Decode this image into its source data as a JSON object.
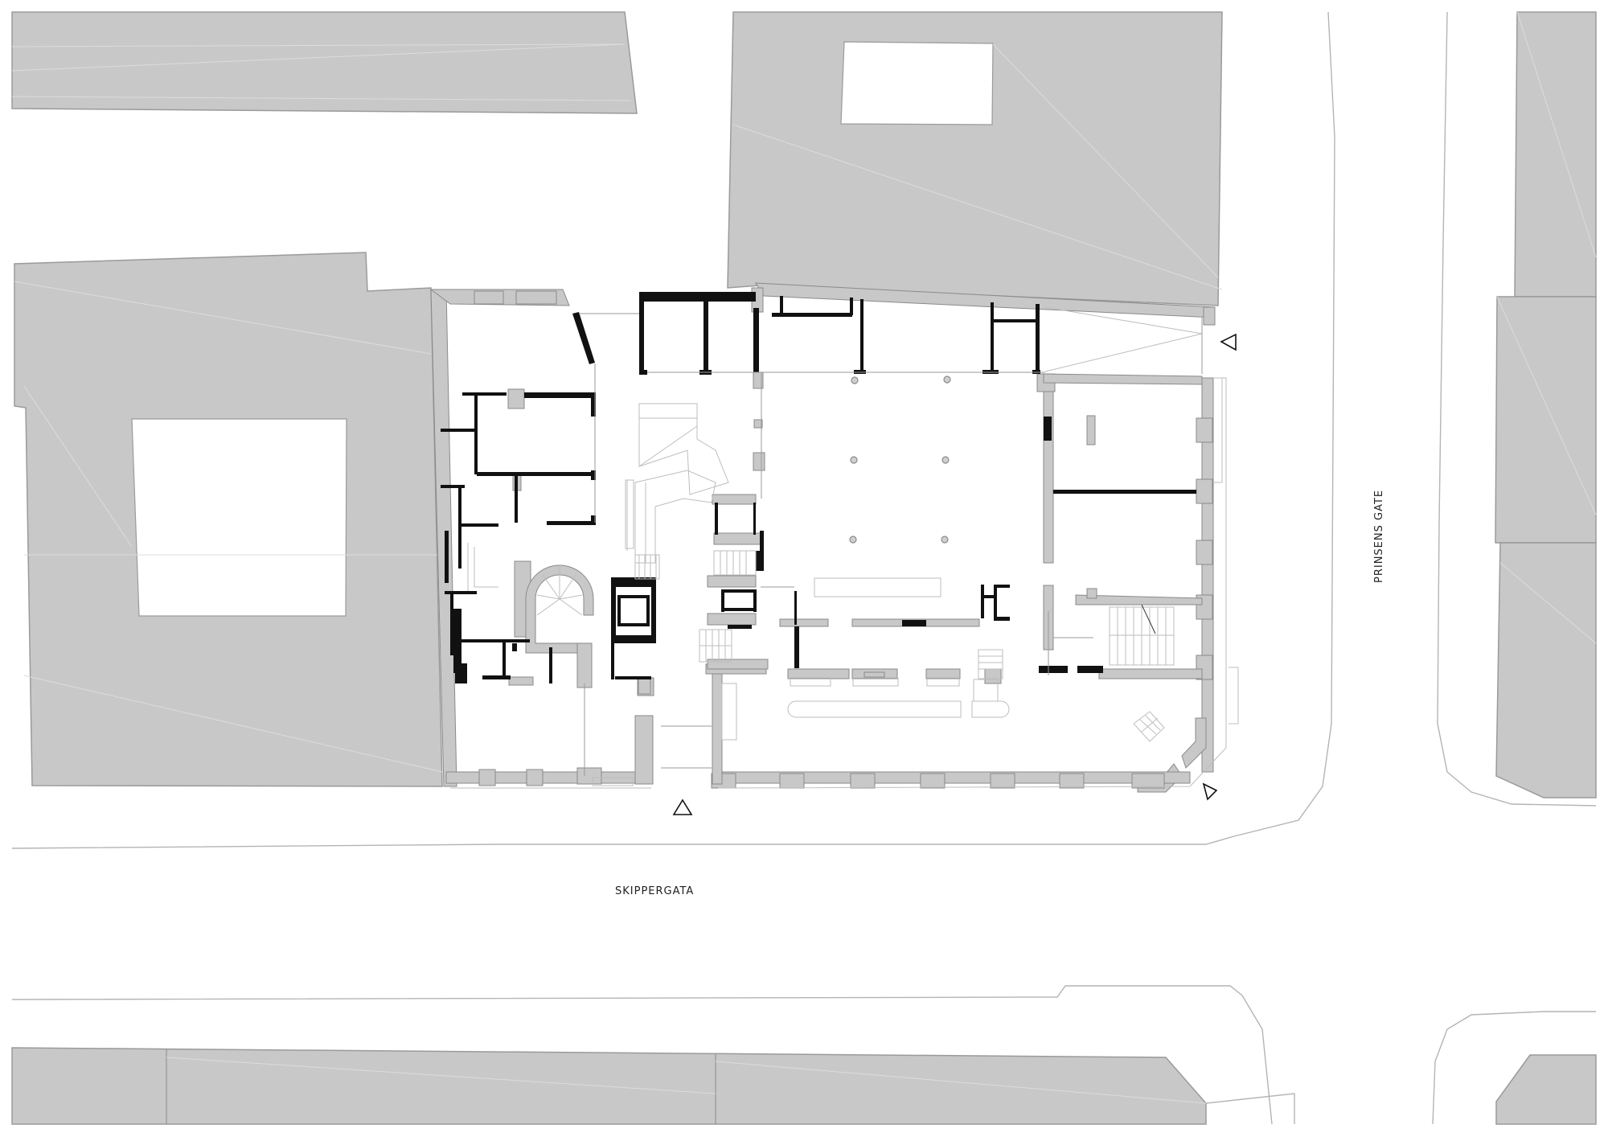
{
  "plan": {
    "type": "ground floor site plan",
    "colors": {
      "neighbor_fill": "#c8c8c8",
      "existing_wall": "#c8c8c8",
      "new_wall": "#111111",
      "background": "#ffffff",
      "curb_line": "#b4b4b4"
    },
    "streets": {
      "south": {
        "name": "SKIPPERGATA"
      },
      "east": {
        "name": "PRINSENS GATE"
      }
    },
    "entrances": [
      {
        "id": "entrance-south-skippergata",
        "direction": "north"
      },
      {
        "id": "entrance-corner",
        "direction": "north-west"
      },
      {
        "id": "entrance-east-prinsens",
        "direction": "west"
      }
    ],
    "columns_count": 6
  }
}
